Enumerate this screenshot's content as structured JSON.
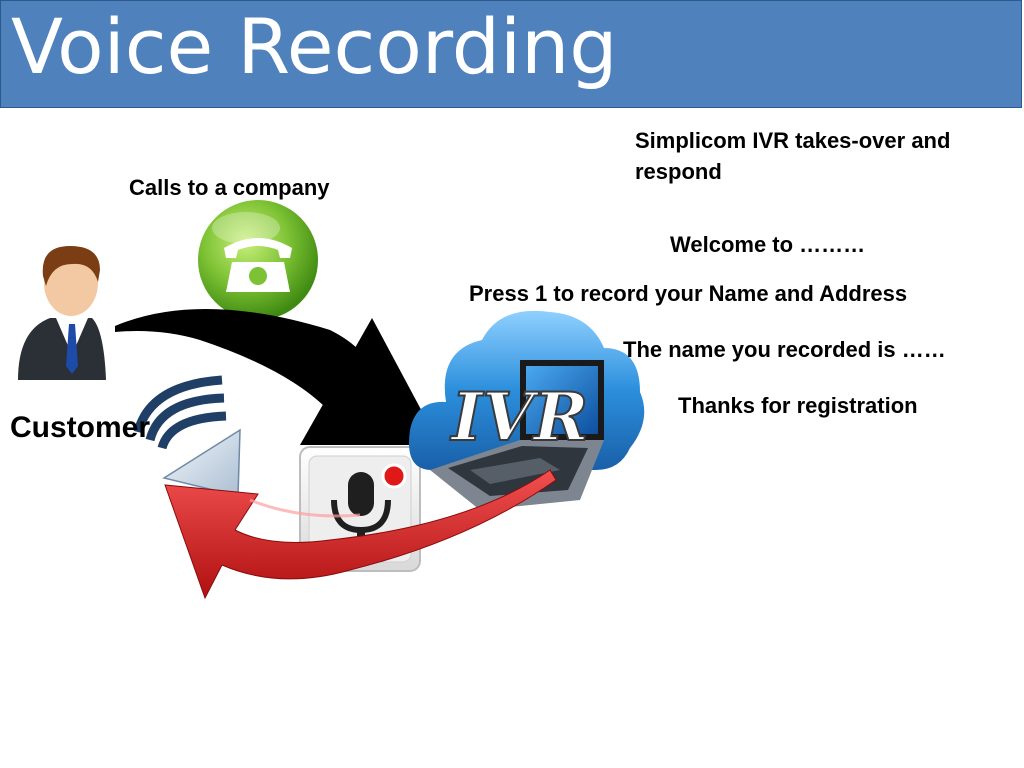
{
  "title": "Voice Recording",
  "calls_label": "Calls to a company",
  "customer_label": "Customer",
  "ivr_header": "Simplicom IVR takes-over and respond",
  "ivr_logo_text": "IVR",
  "prompts": [
    "Welcome to ………",
    "Press 1  to record your  Name and Address",
    "The name you recorded is ……",
    "Thanks for registration"
  ],
  "colors": {
    "title_bar": "#4f81bd",
    "phone_green": "#7dc234",
    "cloud_blue": "#2b8fdc",
    "return_arrow_red": "#d91a1a",
    "forward_arrow": "#000000"
  },
  "icons": [
    "businessman-icon",
    "telephone-icon",
    "sound-wave-icon",
    "microphone-icon",
    "ivr-laptop-cloud-icon"
  ]
}
